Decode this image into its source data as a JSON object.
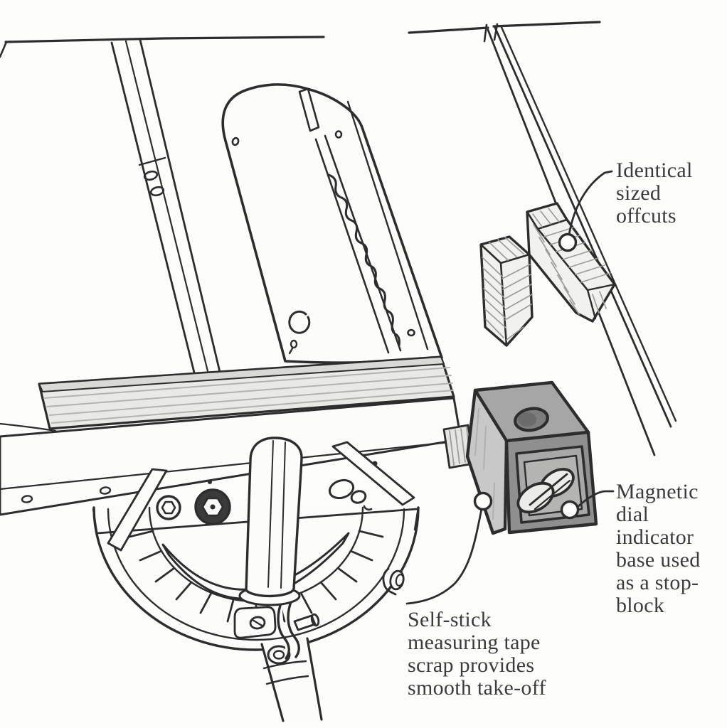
{
  "figure": {
    "type": "hand-drawn woodworking illustration",
    "subject": "Table saw miter gauge with magnetic dial-indicator base used as a stop block",
    "background_color": "#fdfdfc",
    "ink_color": "#2d2d2d",
    "text_color": "#3b3b3b",
    "block_top_color": "#a6a6a6",
    "block_front_color": "#8f8f8f",
    "block_side_color": "#c8c8c8",
    "wood_face_color": "#e9e9e6",
    "hatch_color": "#9c9c9c"
  },
  "callouts": {
    "identical": {
      "text": "Identical\nsized\noffcuts"
    },
    "magnetic": {
      "text": "Magnetic\ndial\nindicator\nbase used\nas a stop-\nblock"
    },
    "selfstick": {
      "text": "Self-stick\nmeasuring tape\nscrap provides\nsmooth take-off"
    }
  }
}
